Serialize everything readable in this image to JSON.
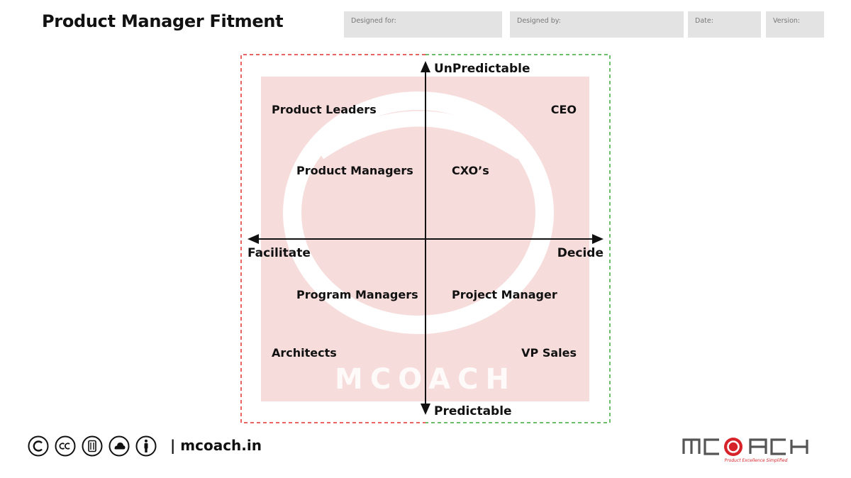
{
  "header": {
    "title": "Product Manager Fitment",
    "fields": [
      {
        "label": "Designed for:"
      },
      {
        "label": "Designed by:"
      },
      {
        "label": "Date:"
      },
      {
        "label": "Version:"
      }
    ]
  },
  "diagram": {
    "axes": {
      "top": "UnPredictable",
      "bottom": "Predictable",
      "left": "Facilitate",
      "right": "Decide"
    },
    "quadrant_items": {
      "top_left_outer": "Product Leaders",
      "top_left_inner": "Product Managers",
      "top_right_outer": "CEO",
      "top_right_inner": "CXO’s",
      "bottom_left_inner": "Program Managers",
      "bottom_left_outer": "Architects",
      "bottom_right_inner": "Project Manager",
      "bottom_right_outer": "VP Sales"
    },
    "watermark": "MCOACH",
    "colors": {
      "left_border": "#e03030",
      "right_border": "#3aa83a",
      "watermark_bg": "#f7dcdc"
    }
  },
  "footer": {
    "license_icons": [
      "copyright-icon",
      "cc-icon",
      "cc-nd-icon",
      "cc-sa-icon",
      "cc-by-icon"
    ],
    "site": "| mcoach.in"
  },
  "brand": {
    "logo_text": "MCOACH",
    "tagline": "Product Excellence Simplified",
    "accent": "#d6232a"
  }
}
